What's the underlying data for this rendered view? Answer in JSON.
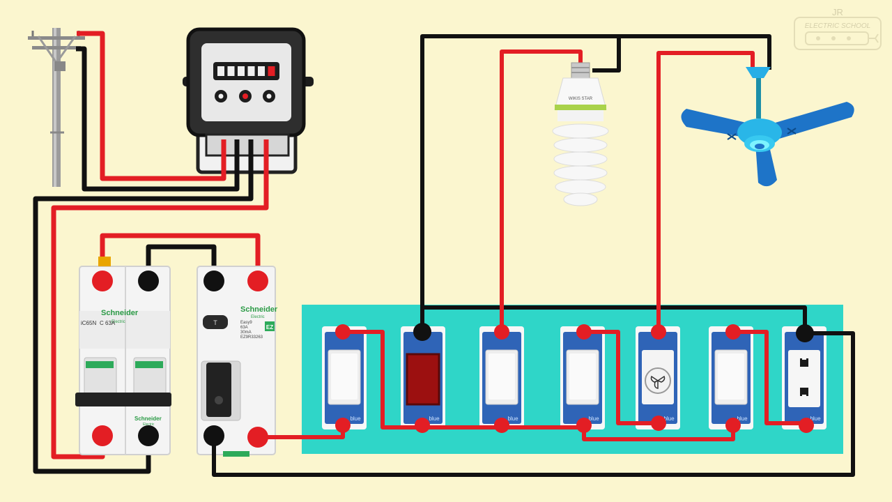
{
  "colors": {
    "background": "#fbf6cf",
    "live_wire": "#e31e24",
    "neutral_wire": "#111111",
    "board": "#2fd6c8",
    "switch_frame": "#2f64b7",
    "fan_blue": "#1e74c8",
    "pilot_lamp": "#9c1010"
  },
  "watermark": {
    "brand_small": "JR",
    "text": "ELECTRIC SCHOOL"
  },
  "meter": {
    "digit_count": 6
  },
  "lamp": {
    "cap_text": "WIKIS STAR"
  },
  "mcb": {
    "brand": "Schneider",
    "brand_sub": "Electric",
    "model": "iC65N",
    "rating": "C 63A",
    "bottom_brand": "Schneider",
    "bottom_brand_sub": "Electric"
  },
  "rccb": {
    "brand": "Schneider",
    "brand_sub": "Electric",
    "model": "Easy9",
    "current": "63A",
    "sensitivity": "30mA",
    "part_no": "EZ9R33263",
    "badge": "EZ",
    "test_button": "T"
  },
  "board_modules": [
    {
      "type": "switch",
      "brand": "blue"
    },
    {
      "type": "pilot-lamp",
      "brand": "blue"
    },
    {
      "type": "switch",
      "brand": "blue"
    },
    {
      "type": "switch",
      "brand": "blue"
    },
    {
      "type": "fan-regulator",
      "brand": "blue"
    },
    {
      "type": "switch",
      "brand": "blue"
    },
    {
      "type": "socket",
      "brand": "blue"
    }
  ]
}
